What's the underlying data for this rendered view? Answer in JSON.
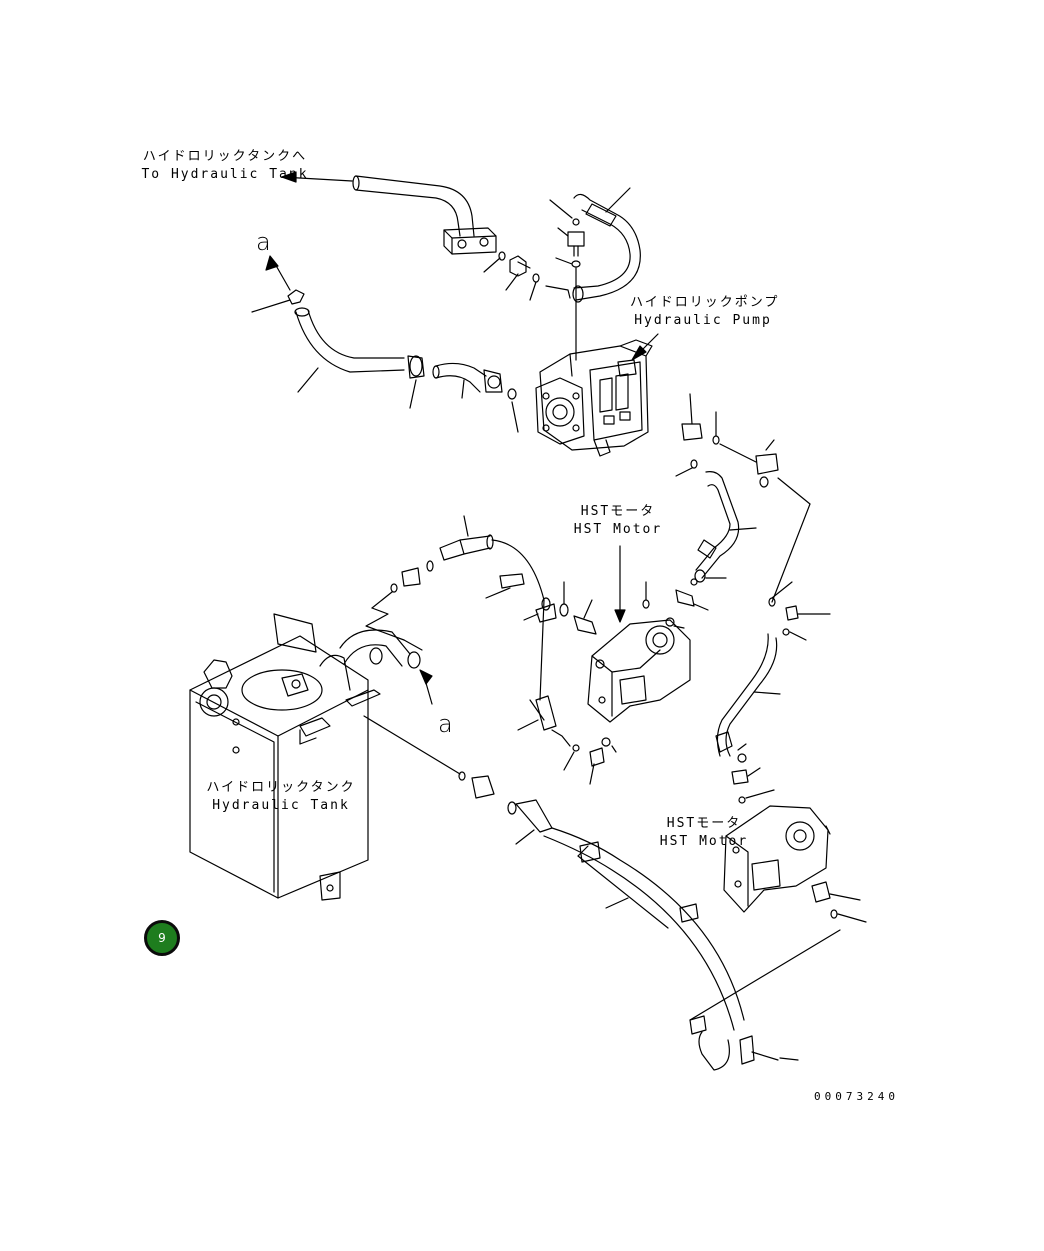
{
  "labels": {
    "to_tank": {
      "jp": "ハイドロリックタンクへ",
      "en": "To Hydraulic Tank"
    },
    "pump": {
      "jp": "ハイドロリックポンプ",
      "en": "Hydraulic Pump"
    },
    "hst_motor_1": {
      "jp": "HSTモータ",
      "en": "HST Motor"
    },
    "hst_motor_2": {
      "jp": "HSTモータ",
      "en": "HST Motor"
    },
    "tank": {
      "jp": "ハイドロリックタンク",
      "en": "Hydraulic Tank"
    },
    "ref_a_top": "a",
    "ref_a_bottom": "a"
  },
  "document_number": "00073240",
  "badge": {
    "text": "9",
    "color": "#1e7d1e"
  }
}
